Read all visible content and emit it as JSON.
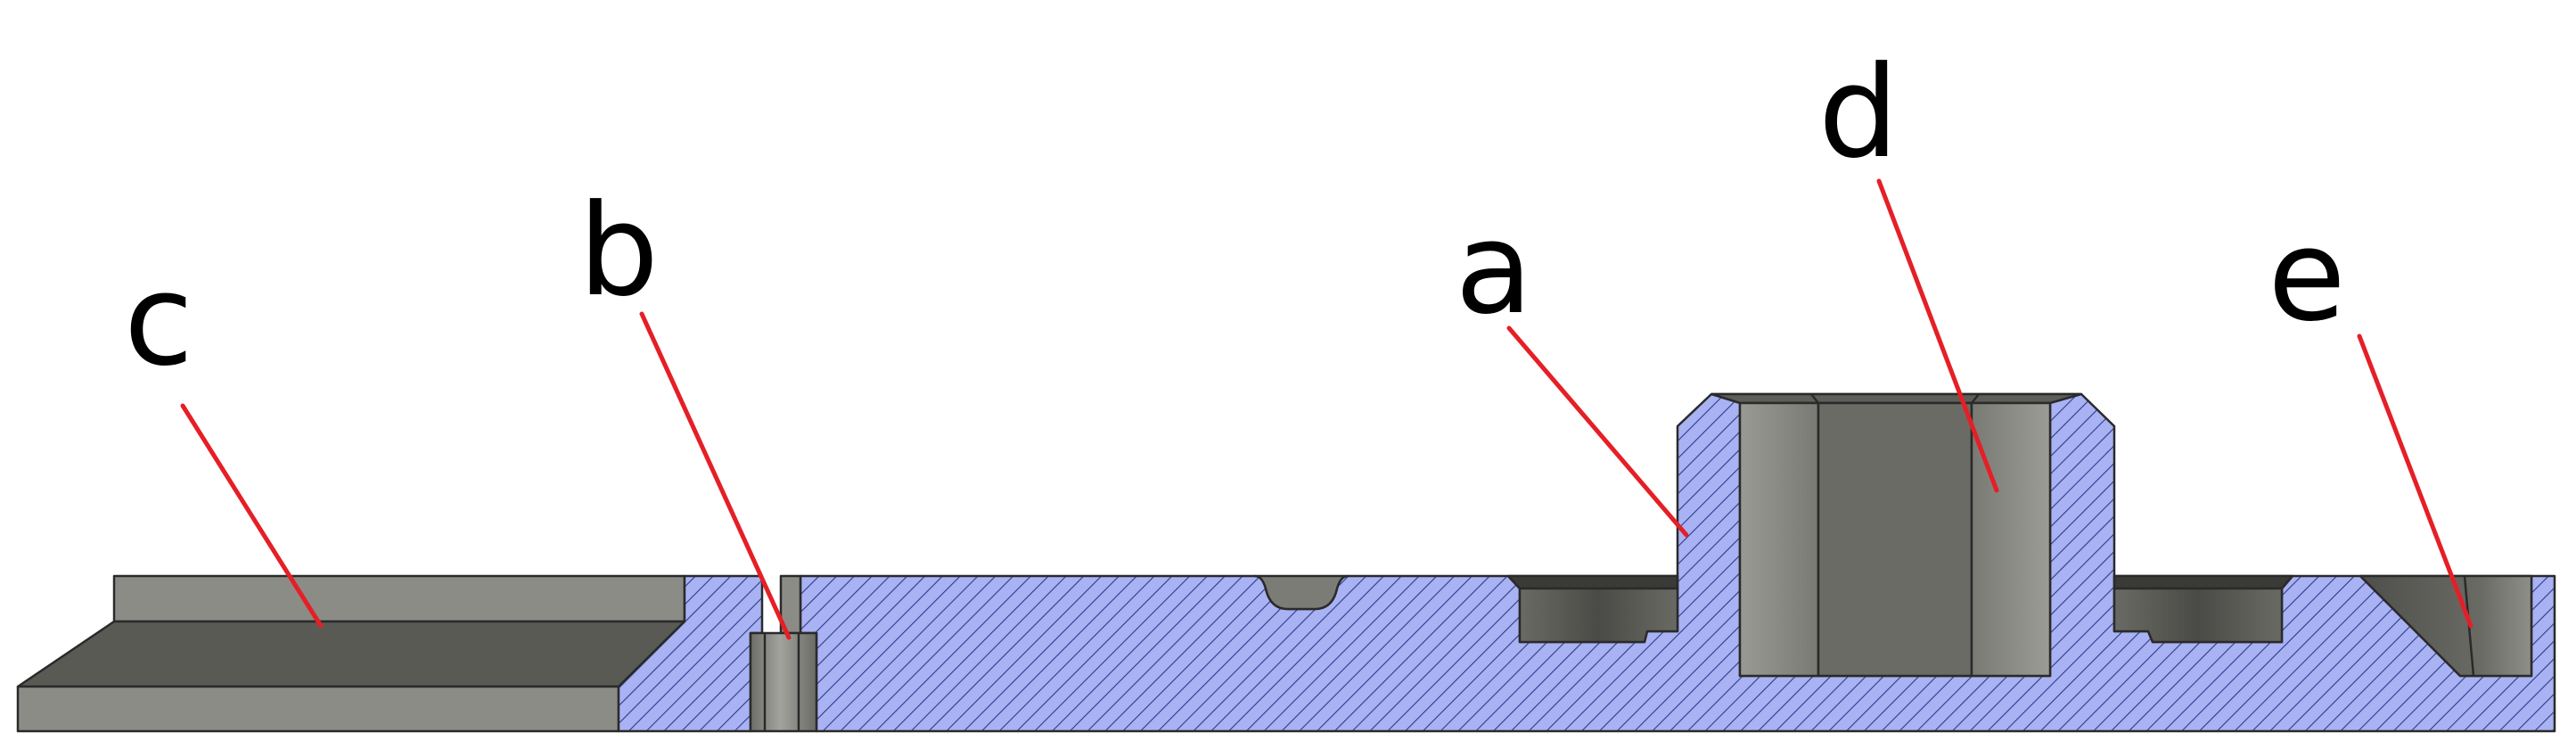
{
  "callouts": [
    {
      "id": "c",
      "label": "c"
    },
    {
      "id": "b",
      "label": "b"
    },
    {
      "id": "a",
      "label": "a"
    },
    {
      "id": "d",
      "label": "d"
    },
    {
      "id": "e",
      "label": "e"
    }
  ],
  "colors": {
    "section_fill": "#a9b2f2",
    "hatch": "#2b3a8c",
    "outline": "#2a2a2a",
    "leader": "#e51f26",
    "surface_light": "#8c8c87",
    "surface_dark": "#5a5a55",
    "bore": "#6b6b66"
  }
}
